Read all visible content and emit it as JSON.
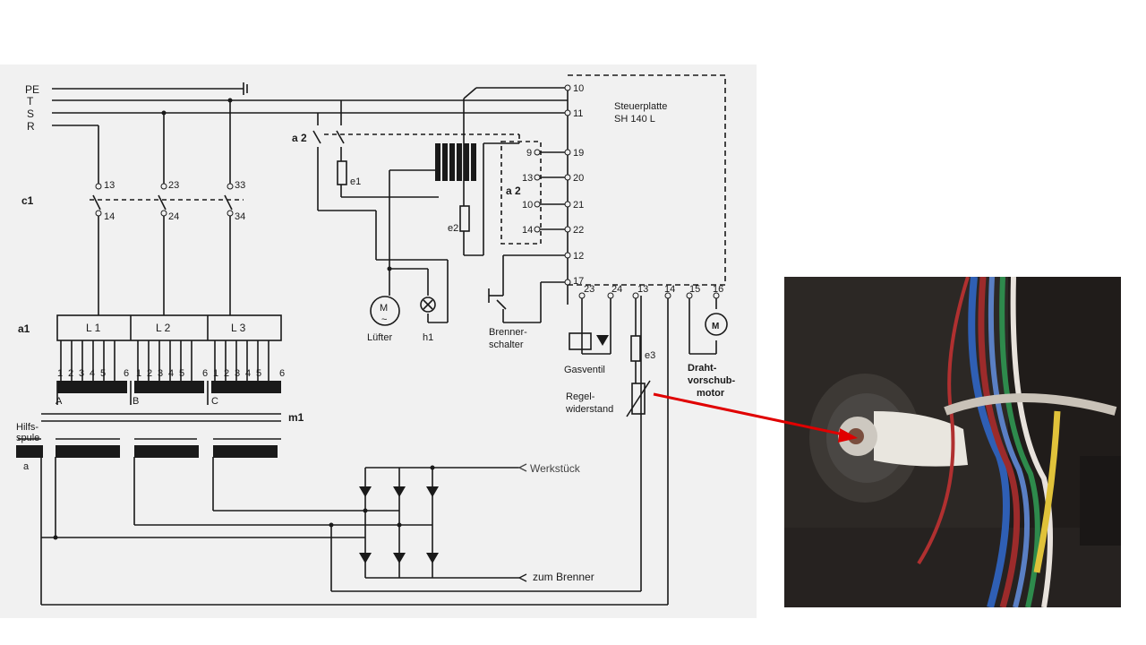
{
  "lines": {
    "pe": "PE",
    "t": "T",
    "s": "S",
    "r": "R"
  },
  "labels": {
    "a2_top": "a 2",
    "e1": "e1",
    "e2": "e2",
    "c1": "c1",
    "a1": "a1",
    "m1": "m1",
    "hilfsspule_1": "Hilfs-",
    "hilfsspule_2": "spule",
    "a_small": "a",
    "a2_box": "a 2",
    "steuerplatte_1": "Steuerplatte",
    "steuerplatte_2": "SH 140 L",
    "lufter": "Lüfter",
    "h1": "h1",
    "brenner_1": "Brenner-",
    "brenner_2": "schalter",
    "gasventil": "Gasventil",
    "e3": "e3",
    "regel_1": "Regel-",
    "regel_2": "widerstand",
    "draht_1": "Draht-",
    "draht_2": "vorschub-",
    "draht_3": "motor",
    "werkstuck": "Werkstück",
    "zum_brenner": "zum Brenner",
    "motor_m": "M",
    "motor_tilde": "~",
    "dc_motor_m": "M",
    "sec_a": "A",
    "sec_b": "B",
    "sec_c": "C",
    "L1": "L 1",
    "L2": "L 2",
    "L3": "L 3"
  },
  "contacts": {
    "c13": "13",
    "c14": "14",
    "c23": "23",
    "c24": "24",
    "c33": "33",
    "c34": "34"
  },
  "terminals_right": {
    "t10": "10",
    "t11": "11",
    "t19": "19",
    "t20": "20",
    "t21": "21",
    "t22": "22",
    "t12": "12",
    "t17": "17"
  },
  "terminals_box": {
    "b9": "9",
    "b13": "13",
    "b10": "10",
    "b14": "14"
  },
  "terminals_bottom": {
    "t23": "23",
    "t24": "24",
    "t13": "13",
    "t14": "14",
    "t15": "15",
    "t16": "16"
  },
  "taps": [
    "1",
    "2",
    "3",
    "4",
    "5",
    "6"
  ],
  "colors": {
    "annotation_arrow": "#e00000",
    "ink": "#1a1a1a",
    "paper": "#f1f1f1"
  }
}
